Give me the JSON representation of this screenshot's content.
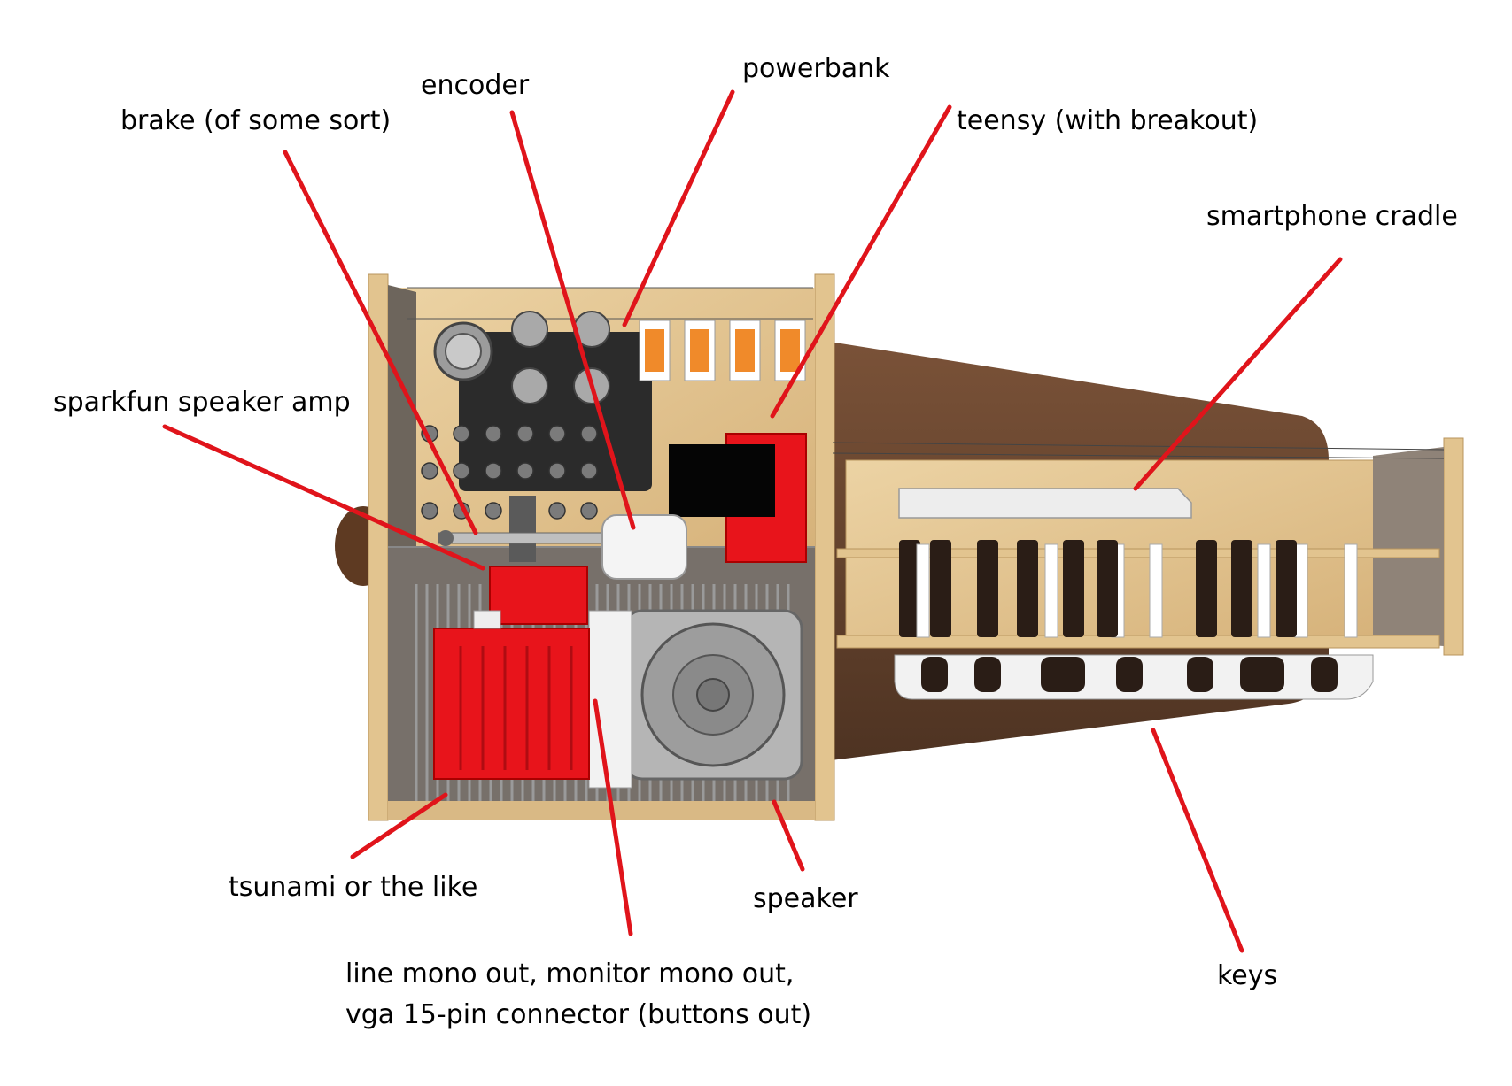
{
  "labels": {
    "encoder": "encoder",
    "powerbank": "powerbank",
    "brake": "brake (of some sort)",
    "teensy": "teensy (with breakout)",
    "smartphone_cradle": "smartphone cradle",
    "sparkfun_amp": "sparkfun speaker amp",
    "tsunami": "tsunami or the like",
    "speaker": "speaker",
    "outputs_line1": "line mono out, monitor mono out,",
    "outputs_line2": "vga 15-pin connector (buttons out)",
    "keys": "keys"
  },
  "colors": {
    "leader": "#e0141b",
    "wood": "#e4c58f",
    "wood_dark": "#c9a56a",
    "walnut": "#6a4a34",
    "accent_red": "#e8141b",
    "orange": "#f08a2a"
  }
}
